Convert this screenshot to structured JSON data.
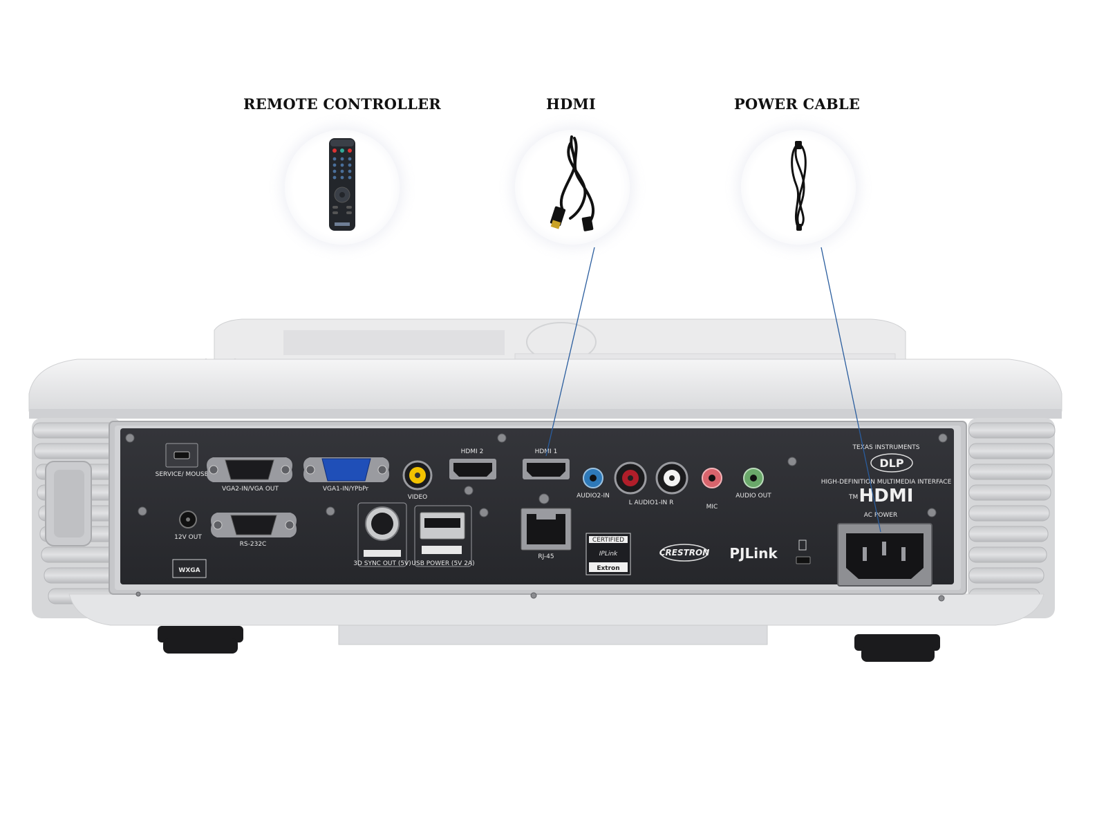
{
  "accessories": [
    {
      "title": "REMOTE CONTROLLER",
      "icon": "remote-control-icon"
    },
    {
      "title": "HDMI",
      "icon": "hdmi-cable-icon"
    },
    {
      "title": "POWER CABLE",
      "icon": "power-cable-icon"
    }
  ],
  "panel": {
    "service_label": "SERVICE/ MOUSE",
    "vga2_label": "VGA2-IN/VGA OUT",
    "vga1_label": "VGA1-IN/YPbPr",
    "video_label": "VIDEO",
    "hdmi2_label": "HDMI 2",
    "hdmi1_label": "HDMI 1",
    "audio2_label": "AUDIO2-IN",
    "audio1_label": "L AUDIO1-IN R",
    "mic_label": "MIC",
    "audio_out_label": "AUDIO OUT",
    "dc12_label": "12V OUT",
    "rs232_label": "RS-232C",
    "sync3d_label": "3D SYNC OUT (5V)",
    "usb_label": "USB POWER (5V 2A)",
    "rj45_label": "RJ-45",
    "wxga_label": "WXGA",
    "ac_label": "AC POWER",
    "hdmi_logo": "HDMI",
    "hdmi_tm": "TM",
    "hdmi_tagline": "HIGH-DEFINITION MULTIMEDIA INTERFACE",
    "dlp_logo": "DLP",
    "ti_label": "TEXAS INSTRUMENTS",
    "pjlink_logo": "PJLink",
    "crestron_logo": "CRESTRON",
    "extron_label": "Extron",
    "iplink_label": "IPLink",
    "certified_label": "CERTIFIED"
  },
  "colors": {
    "panel": "#2b2c30",
    "housing": "#e4e5e7",
    "vga1_port": "#1f4fb8",
    "video_port": "#f2c200",
    "audio2_port": "#2e79b8",
    "audio1_r_port": "#b01e2a",
    "mic_port": "#d8646c",
    "audio_out_port": "#6aa86a",
    "callout_line": "#2a5d9e"
  }
}
